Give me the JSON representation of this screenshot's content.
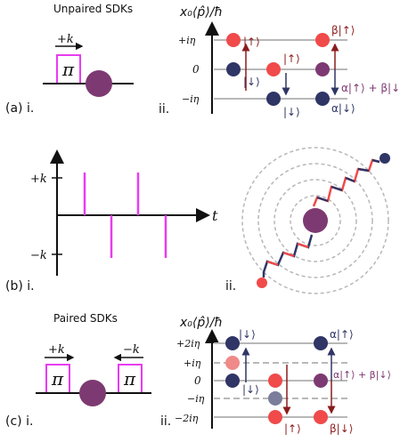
{
  "panel_a": {
    "title": "Unpaired SDKs",
    "label_i": "(a) i.",
    "label_ii": "ii.",
    "pulse_k": "+k",
    "pulse_symbol": "π",
    "ylabel": "x₀⟨p̂⟩/ħ",
    "ticks": [
      "+iη",
      "0",
      "−iη"
    ],
    "ket_up": "|↑⟩",
    "ket_down": "|↓⟩",
    "beta_up": "β|↑⟩",
    "superposition": "α|↑⟩ + β|↓⟩",
    "alpha_down": "α|↓⟩"
  },
  "panel_b": {
    "label_i": "(b)  i.",
    "label_ii": "ii.",
    "y_plus": "+k",
    "y_minus": "−k",
    "x_axis": "t"
  },
  "panel_c": {
    "title": "Paired SDKs",
    "label_i": "(c)  i.",
    "label_ii": "ii.",
    "pulse_left": "+k",
    "pulse_right": "−k",
    "pulse_symbol": "π",
    "ylabel": "x₀⟨p̂⟩/ħ",
    "ticks": [
      "+2iη",
      "+iη",
      "0",
      "−iη",
      "−2iη"
    ],
    "ket_down": "|↓⟩",
    "ket_up": "|↑⟩",
    "ket_down2": "|↓⟩",
    "alpha_up": "α|↑⟩",
    "superposition": "α|↑⟩ + β|↓⟩",
    "beta_down": "β|↓⟩"
  },
  "colors": {
    "magenta": "#e83cf0",
    "red": "#f04a4a",
    "navy": "#2f3565",
    "purple": "#7d3a72",
    "dark_red": "#8a1c1c",
    "grid": "#b8b8b8"
  }
}
